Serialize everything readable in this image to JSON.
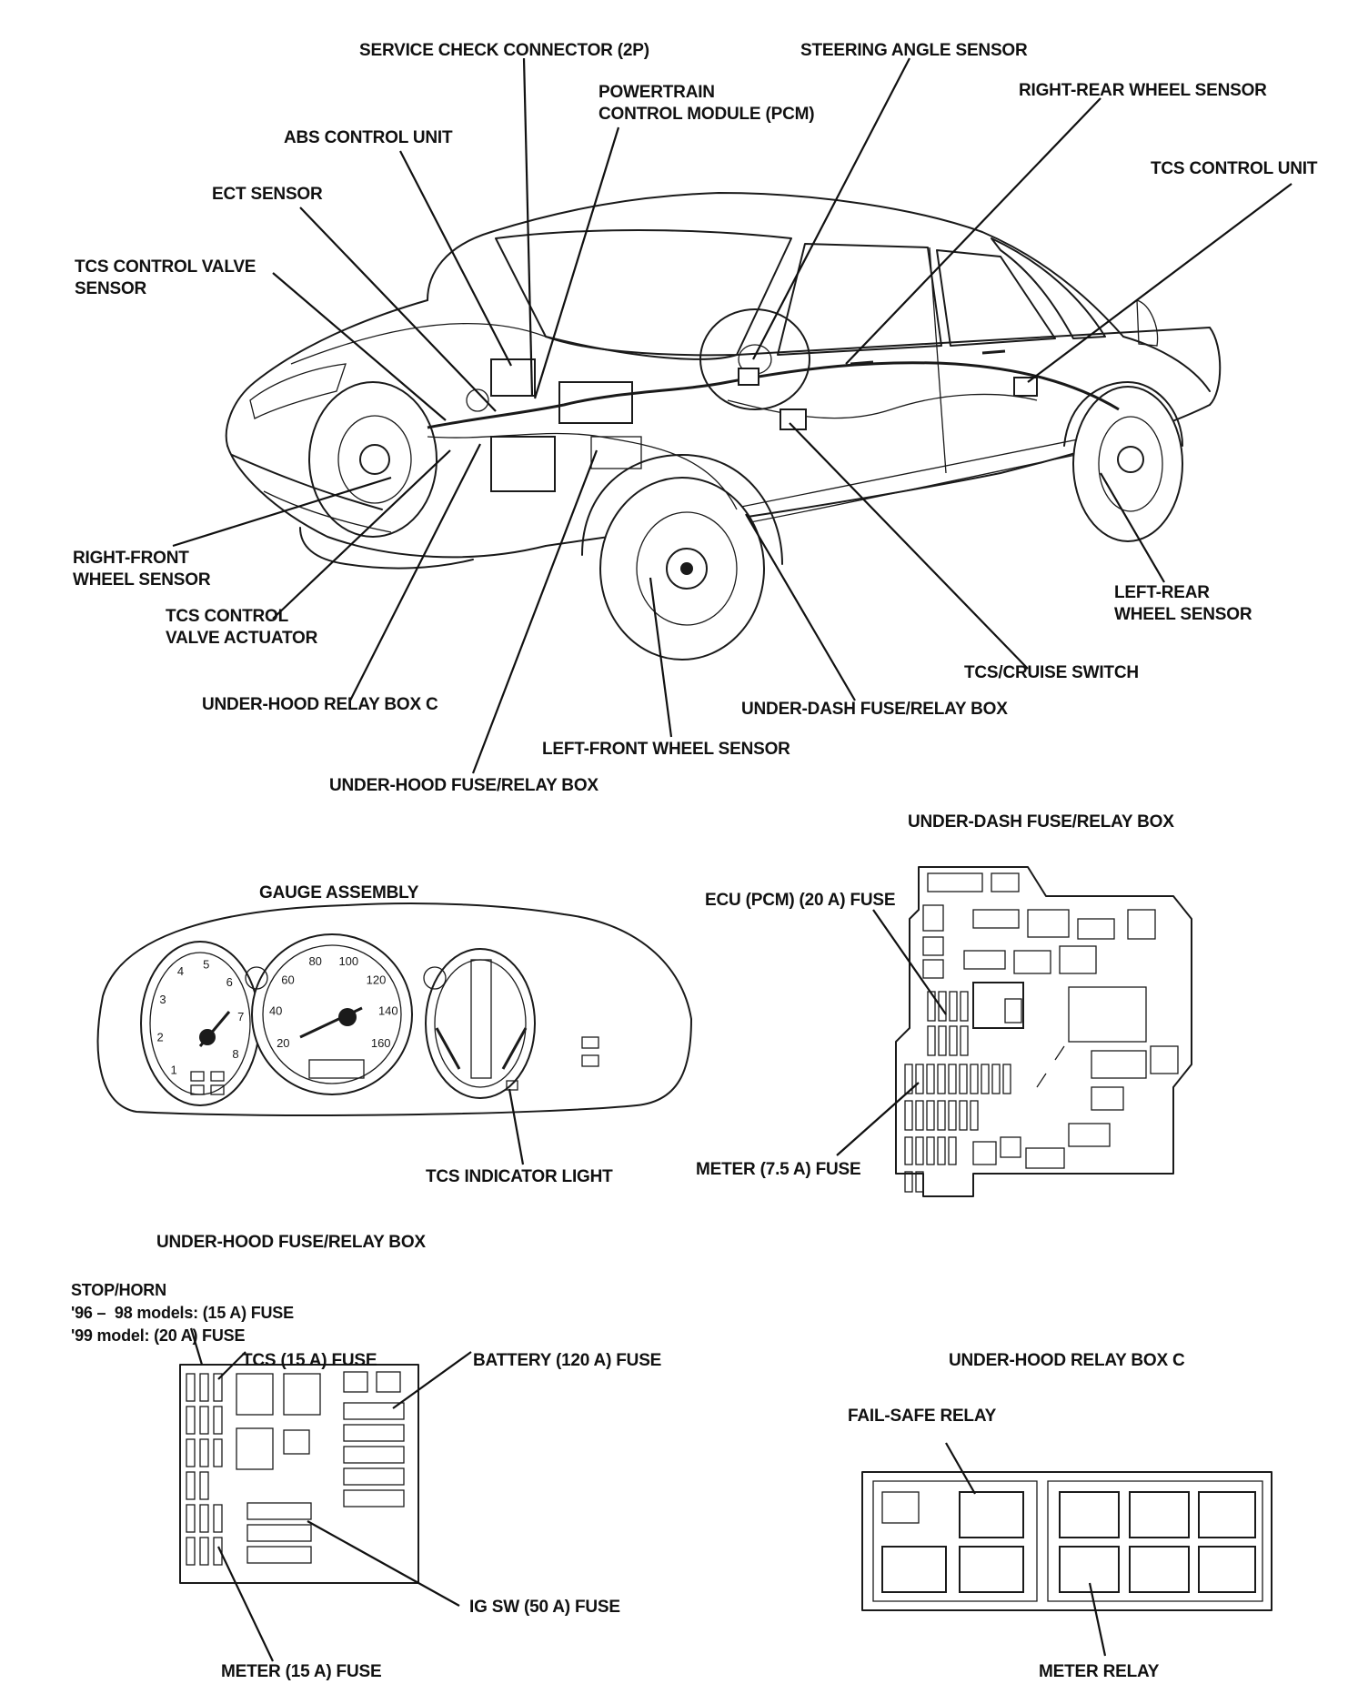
{
  "labels": {
    "service_check_connector": "SERVICE CHECK CONNECTOR (2P)",
    "steering_angle_sensor": "STEERING ANGLE SENSOR",
    "right_rear_wheel_sensor": "RIGHT-REAR WHEEL SENSOR",
    "powertrain_control_module": "POWERTRAIN\nCONTROL MODULE (PCM)",
    "abs_control_unit": "ABS CONTROL UNIT",
    "tcs_control_unit": "TCS CONTROL UNIT",
    "ect_sensor": "ECT SENSOR",
    "tcs_control_valve_sensor": "TCS CONTROL VALVE\nSENSOR",
    "right_front_wheel_sensor": "RIGHT-FRONT\nWHEEL SENSOR",
    "tcs_control_valve_actuator": "TCS CONTROL\nVALVE ACTUATOR",
    "under_hood_relay_box_c_main": "UNDER-HOOD RELAY BOX C",
    "left_front_wheel_sensor": "LEFT-FRONT WHEEL SENSOR",
    "under_hood_fuse_relay_box_main": "UNDER-HOOD FUSE/RELAY BOX",
    "under_dash_fuse_relay_box_main": "UNDER-DASH FUSE/RELAY BOX",
    "tcs_cruise_switch": "TCS/CRUISE SWITCH",
    "left_rear_wheel_sensor": "LEFT-REAR\nWHEEL SENSOR"
  },
  "panels": {
    "gauge_assembly": {
      "title": "GAUGE ASSEMBLY",
      "tcs_indicator_light": "TCS INDICATOR LIGHT"
    },
    "under_dash_box": {
      "title": "UNDER-DASH FUSE/RELAY BOX",
      "ecu_fuse": "ECU (PCM) (20 A) FUSE",
      "meter_fuse": "METER (7.5 A) FUSE"
    },
    "under_hood_fuse_box": {
      "title": "UNDER-HOOD FUSE/RELAY BOX",
      "stop_horn": "STOP/HORN\n'96 –  98 models: (15 A) FUSE\n'99 model: (20 A) FUSE",
      "tcs_fuse": "TCS (15 A) FUSE",
      "battery_fuse": "BATTERY (120 A) FUSE",
      "ig_sw_fuse": "IG SW (50 A) FUSE",
      "meter_fuse": "METER (15 A) FUSE"
    },
    "relay_box_c": {
      "title": "UNDER-HOOD RELAY BOX C",
      "fail_safe_relay": "FAIL-SAFE RELAY",
      "meter_relay": "METER RELAY"
    }
  },
  "gauge_numbers": {
    "tach": [
      "1",
      "2",
      "3",
      "4",
      "5",
      "6",
      "7",
      "8"
    ],
    "speedo": [
      "20",
      "40",
      "60",
      "80",
      "100",
      "120",
      "140",
      "160"
    ]
  }
}
